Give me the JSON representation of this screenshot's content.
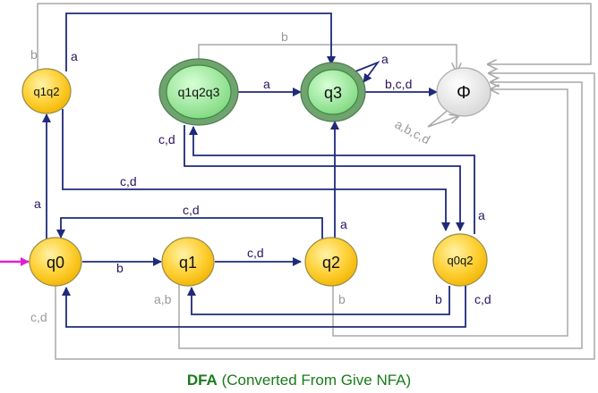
{
  "colors": {
    "node_fill": "#ffd23a",
    "node_stroke": "#9a8b4a",
    "accept_outer": "#6fa36f",
    "accept_inner": "#8fe08f",
    "dead_fill": "#e3e3e3",
    "edge_dark": "#1f2a7a",
    "edge_gray": "#a8a8a8",
    "start_arrow": "#e020d0",
    "caption": "#1a7a1a"
  },
  "states": {
    "q1q2": "q1q2",
    "q1q2q3": "q1q2q3",
    "q3": "q3",
    "phi": "Φ",
    "q0": "q0",
    "q1": "q1",
    "q2": "q2",
    "q0q2": "q0q2"
  },
  "edge_labels": {
    "q1q2_b": "b",
    "q1q2_a": "a",
    "q1q2q3_b": "b",
    "q3_self_a": "a",
    "q1q2q3_a": "a",
    "q3_bcd": "b,c,d",
    "phi_self": "a,b,c,d",
    "q1q2q3_cd": "c,d",
    "q1q2_cd": "c,d",
    "q0_a": "a",
    "q2_cd_back": "c,d",
    "q2_a": "a",
    "q0q2_a": "a",
    "q0_b": "b",
    "q1_cd": "c,d",
    "q0_cd": "c,d",
    "q1_ab": "a,b",
    "q2_b": "b",
    "q0q2_b": "b",
    "q0q2_cd": "c,d"
  },
  "caption": {
    "title": "DFA",
    "subtitle": "(Converted From Give NFA)"
  }
}
